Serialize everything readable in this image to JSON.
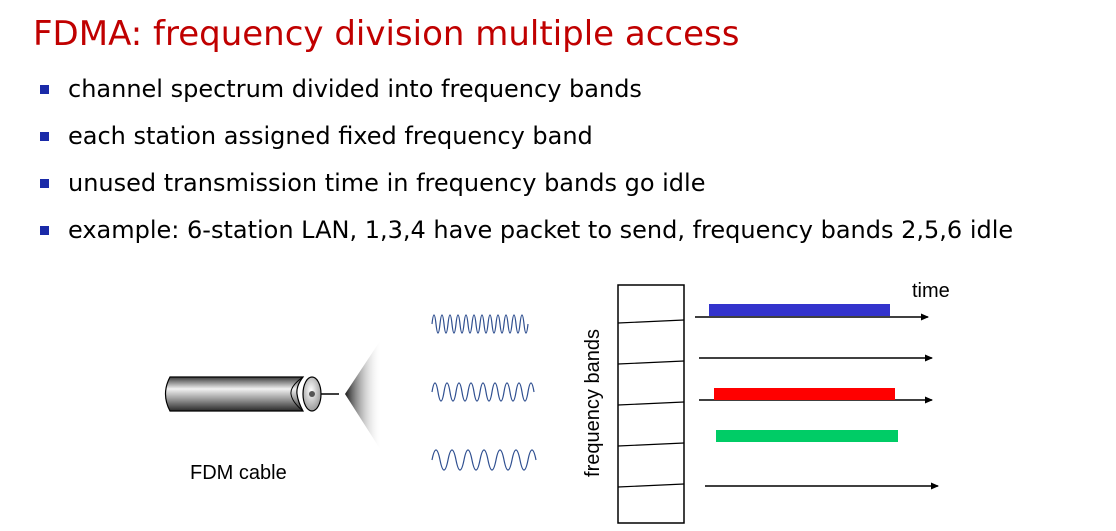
{
  "title": "FDMA: frequency division multiple access",
  "bullets": [
    "channel spectrum divided into frequency bands",
    "each station assigned fixed frequency band",
    "unused transmission time in frequency bands go idle",
    "example: 6-station LAN, 1,3,4 have packet to send, frequency bands 2,5,6 idle"
  ],
  "diagram": {
    "cable_label": "FDM cable",
    "y_axis_label": "frequency bands",
    "x_axis_label": "time",
    "band_colors": {
      "band1": "#3333cc",
      "band3": "#ff0000",
      "band4": "#00cc66"
    },
    "bullet_color": "#1a2aa8",
    "title_color": "#c00000"
  }
}
